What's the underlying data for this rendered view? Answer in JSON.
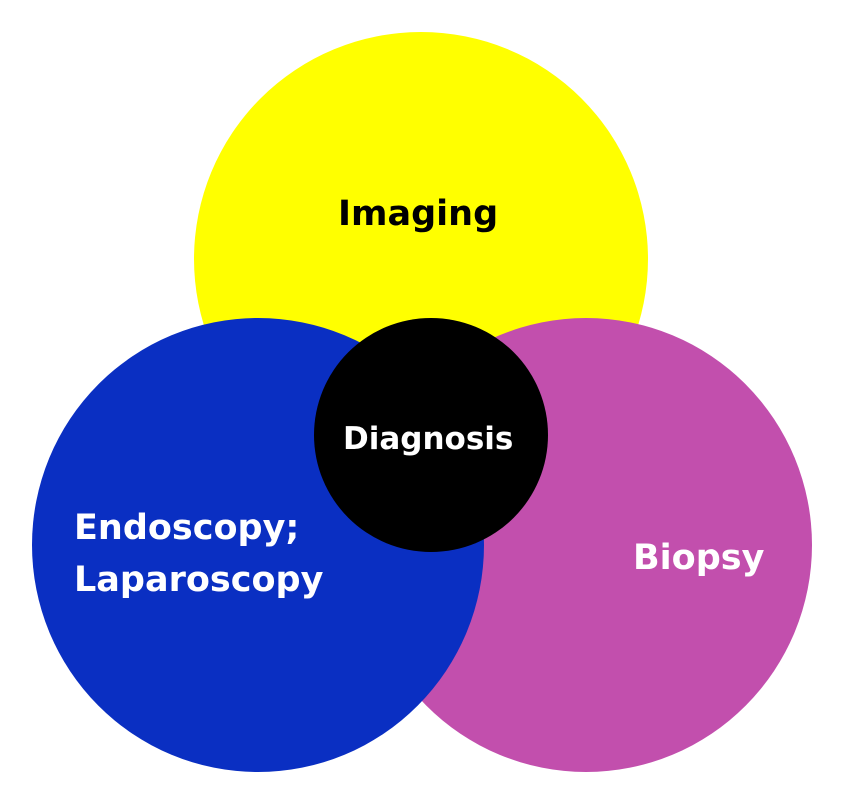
{
  "diagram": {
    "center": {
      "label": "Diagnosis",
      "color": "#000000"
    },
    "circles": [
      {
        "label": "Imaging",
        "color": "#FFFF00"
      },
      {
        "label_line1": "Endoscopy;",
        "label_line2": "Laparoscopy",
        "color": "#0A2FC2"
      },
      {
        "label": "Biopsy",
        "color": "#C24FAD"
      }
    ]
  }
}
